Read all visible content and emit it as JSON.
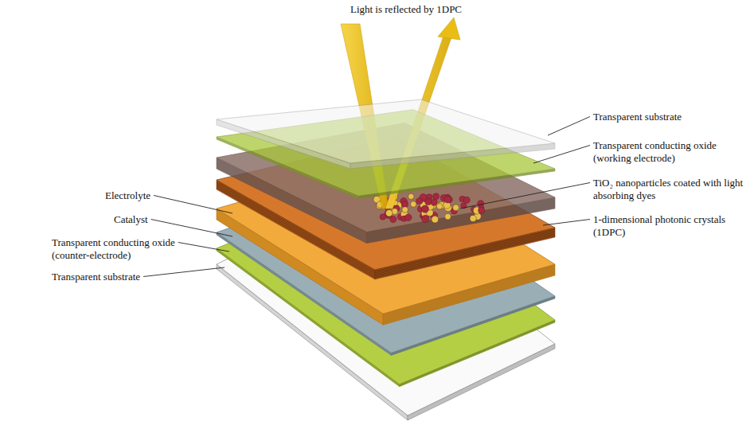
{
  "diagram": {
    "labels": [
      "Light is reflected by 1DPC",
      "Transparent substrate",
      "Transparent conducting oxide (working electrode)",
      "TiO₂ nanoparticles coated with light absorbing dyes",
      "1-dimensional photonic crystals (1DPC)",
      "Electrolyte",
      "Catalyst",
      "Transparent conducting oxide (counter-electrode)",
      "Transparent substrate"
    ]
  }
}
